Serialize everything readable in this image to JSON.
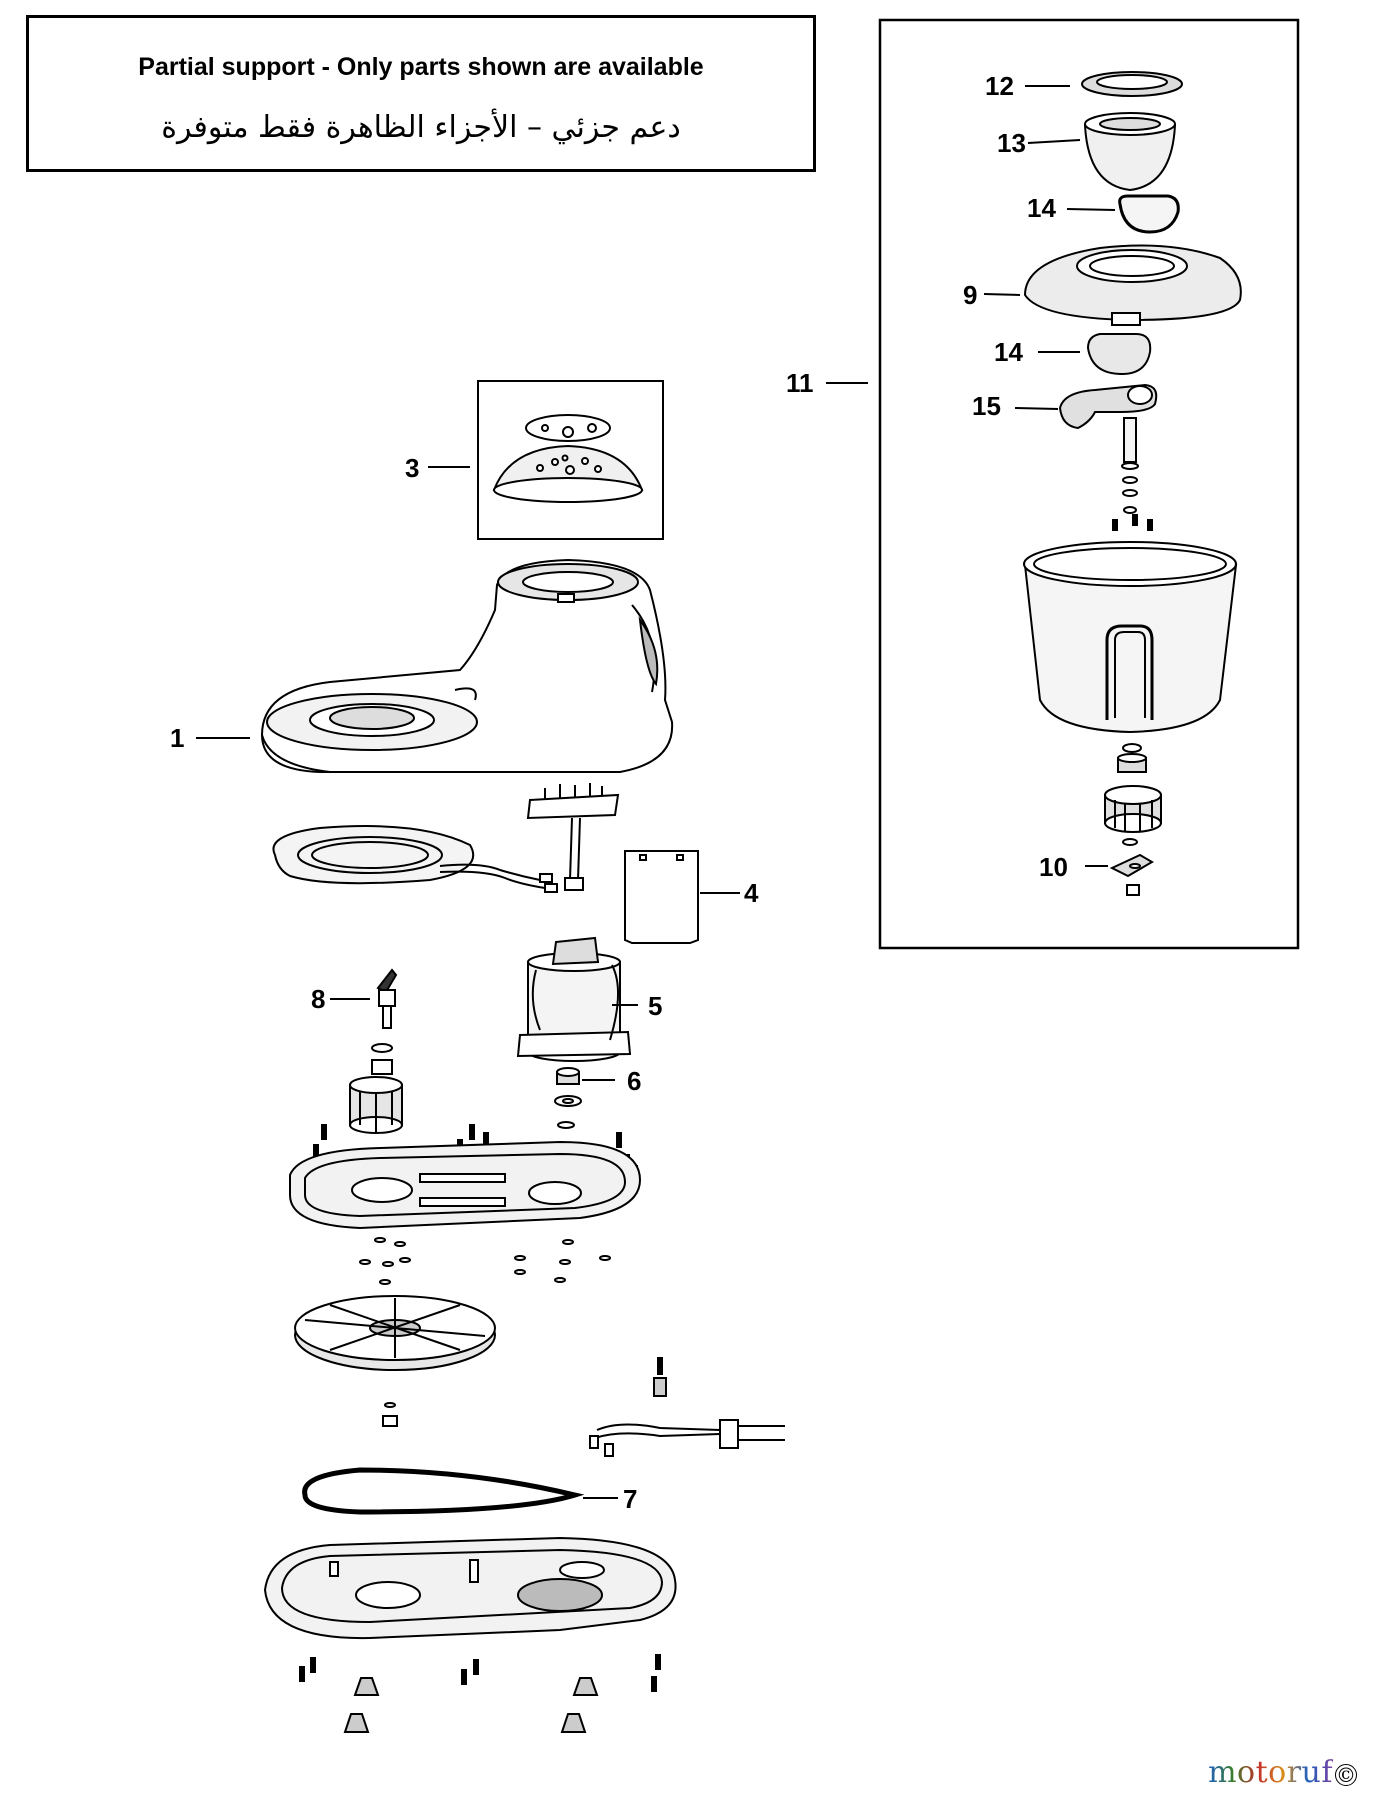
{
  "notice": {
    "english": "Partial support - Only parts shown are available",
    "arabic": "دعم جزئي – الأجزاء الظاهرة فقط متوفرة"
  },
  "callouts": {
    "p1": "1",
    "p3": "3",
    "p4": "4",
    "p5": "5",
    "p6": "6",
    "p7": "7",
    "p8": "8",
    "p9": "9",
    "p10": "10",
    "p11": "11",
    "p12": "12",
    "p13": "13",
    "p14a": "14",
    "p14b": "14",
    "p15": "15"
  },
  "watermark": {
    "text": "motoruf"
  },
  "colors": {
    "line": "#000000",
    "shade": "#d9d9d9",
    "background": "#ffffff"
  }
}
